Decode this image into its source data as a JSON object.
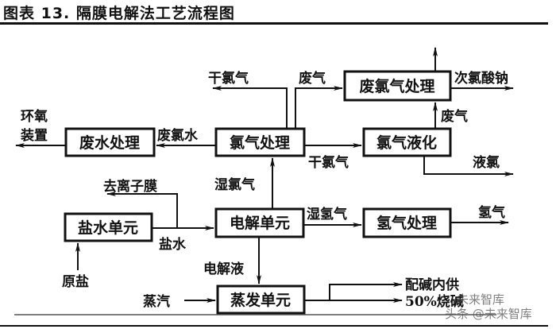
{
  "title": "图表 13. 隔膜电解法工艺流程图",
  "boxes": {
    "waste_chlorine_treatment": "废氯气处理",
    "wastewater_treatment": "废水处理",
    "chlorine_treatment": "氯气处理",
    "chlorine_liquefaction": "氯气液化",
    "brine_unit": "盐水单元",
    "electrolysis_unit": "电解单元",
    "hydrogen_treatment": "氢气处理",
    "evaporation_unit": "蒸发单元"
  },
  "flows": {
    "dry_chlorine_out": "干氯气",
    "waste_gas_top": "废气",
    "sodium_hypochlorite": "次氯酸钠",
    "epoxy_device_line1": "环氧",
    "epoxy_device_line2": "装置",
    "waste_chlorine_water": "废氯水",
    "waste_gas_mid": "废气",
    "dry_chlorine_mid": "干氯气",
    "liquid_chlorine": "液氯",
    "to_ion_membrane": "去离子膜",
    "wet_chlorine": "湿氯气",
    "wet_hydrogen": "湿氢气",
    "hydrogen": "氢气",
    "brine": "盐水",
    "raw_salt": "原盐",
    "electrolyte": "电解液",
    "steam": "蒸汽",
    "internal_alkali": "配碱内供",
    "caustic_50": "50%烧碱"
  },
  "watermark": {
    "line1": "未来智库",
    "line2": "头条 @未来智库"
  }
}
